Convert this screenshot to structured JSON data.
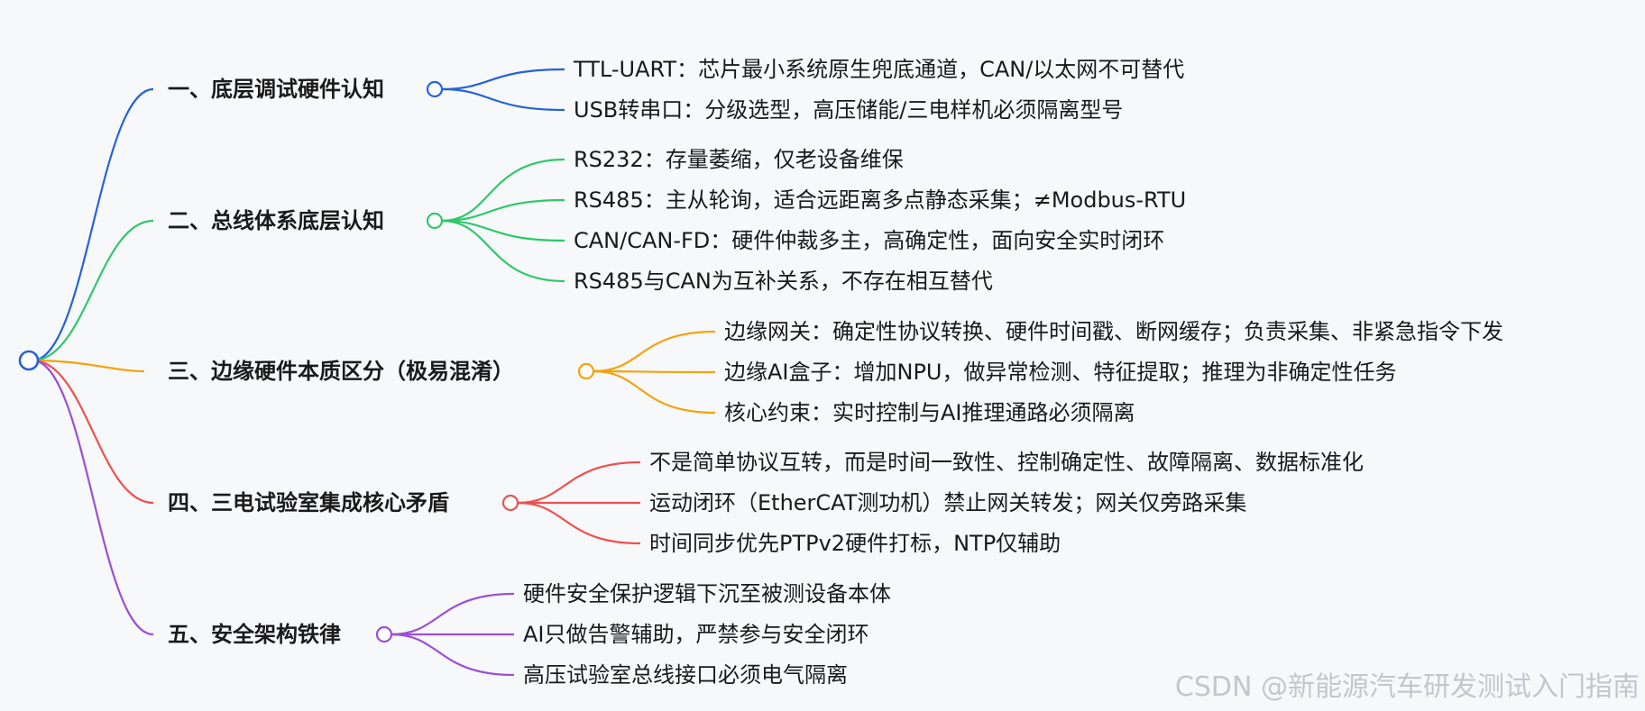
{
  "colors": {
    "branch1": "#2563d9",
    "branch2": "#2fc86a",
    "branch3": "#f5a20f",
    "branch4": "#ee5151",
    "branch5": "#9b4fd6",
    "root": "#2563d9"
  },
  "branches": [
    {
      "label": "一、底层调试硬件认知",
      "children": [
        "TTL-UART：芯片最小系统原生兜底通道，CAN/以太网不可替代",
        "USB转串口：分级选型，高压储能/三电样机必须隔离型号"
      ]
    },
    {
      "label": "二、总线体系底层认知",
      "children": [
        "RS232：存量萎缩，仅老设备维保",
        "RS485：主从轮询，适合远距离多点静态采集；≠Modbus-RTU",
        "CAN/CAN-FD：硬件仲裁多主，高确定性，面向安全实时闭环",
        "RS485与CAN为互补关系，不存在相互替代"
      ]
    },
    {
      "label": "三、边缘硬件本质区分（极易混淆）",
      "children": [
        "边缘网关：确定性协议转换、硬件时间戳、断网缓存；负责采集、非紧急指令下发",
        "边缘AI盒子：增加NPU，做异常检测、特征提取；推理为非确定性任务",
        "核心约束：实时控制与AI推理通路必须隔离"
      ]
    },
    {
      "label": "四、三电试验室集成核心矛盾",
      "children": [
        "不是简单协议互转，而是时间一致性、控制确定性、故障隔离、数据标准化",
        "运动闭环（EtherCAT测功机）禁止网关转发；网关仅旁路采集",
        "时间同步优先PTPv2硬件打标，NTP仅辅助"
      ]
    },
    {
      "label": "五、安全架构铁律",
      "children": [
        "硬件安全保护逻辑下沉至被测设备本体",
        "AI只做告警辅助，严禁参与安全闭环",
        "高压试验室总线接口必须电气隔离"
      ]
    }
  ],
  "watermark": "CSDN @新能源汽车研发测试入门指南"
}
